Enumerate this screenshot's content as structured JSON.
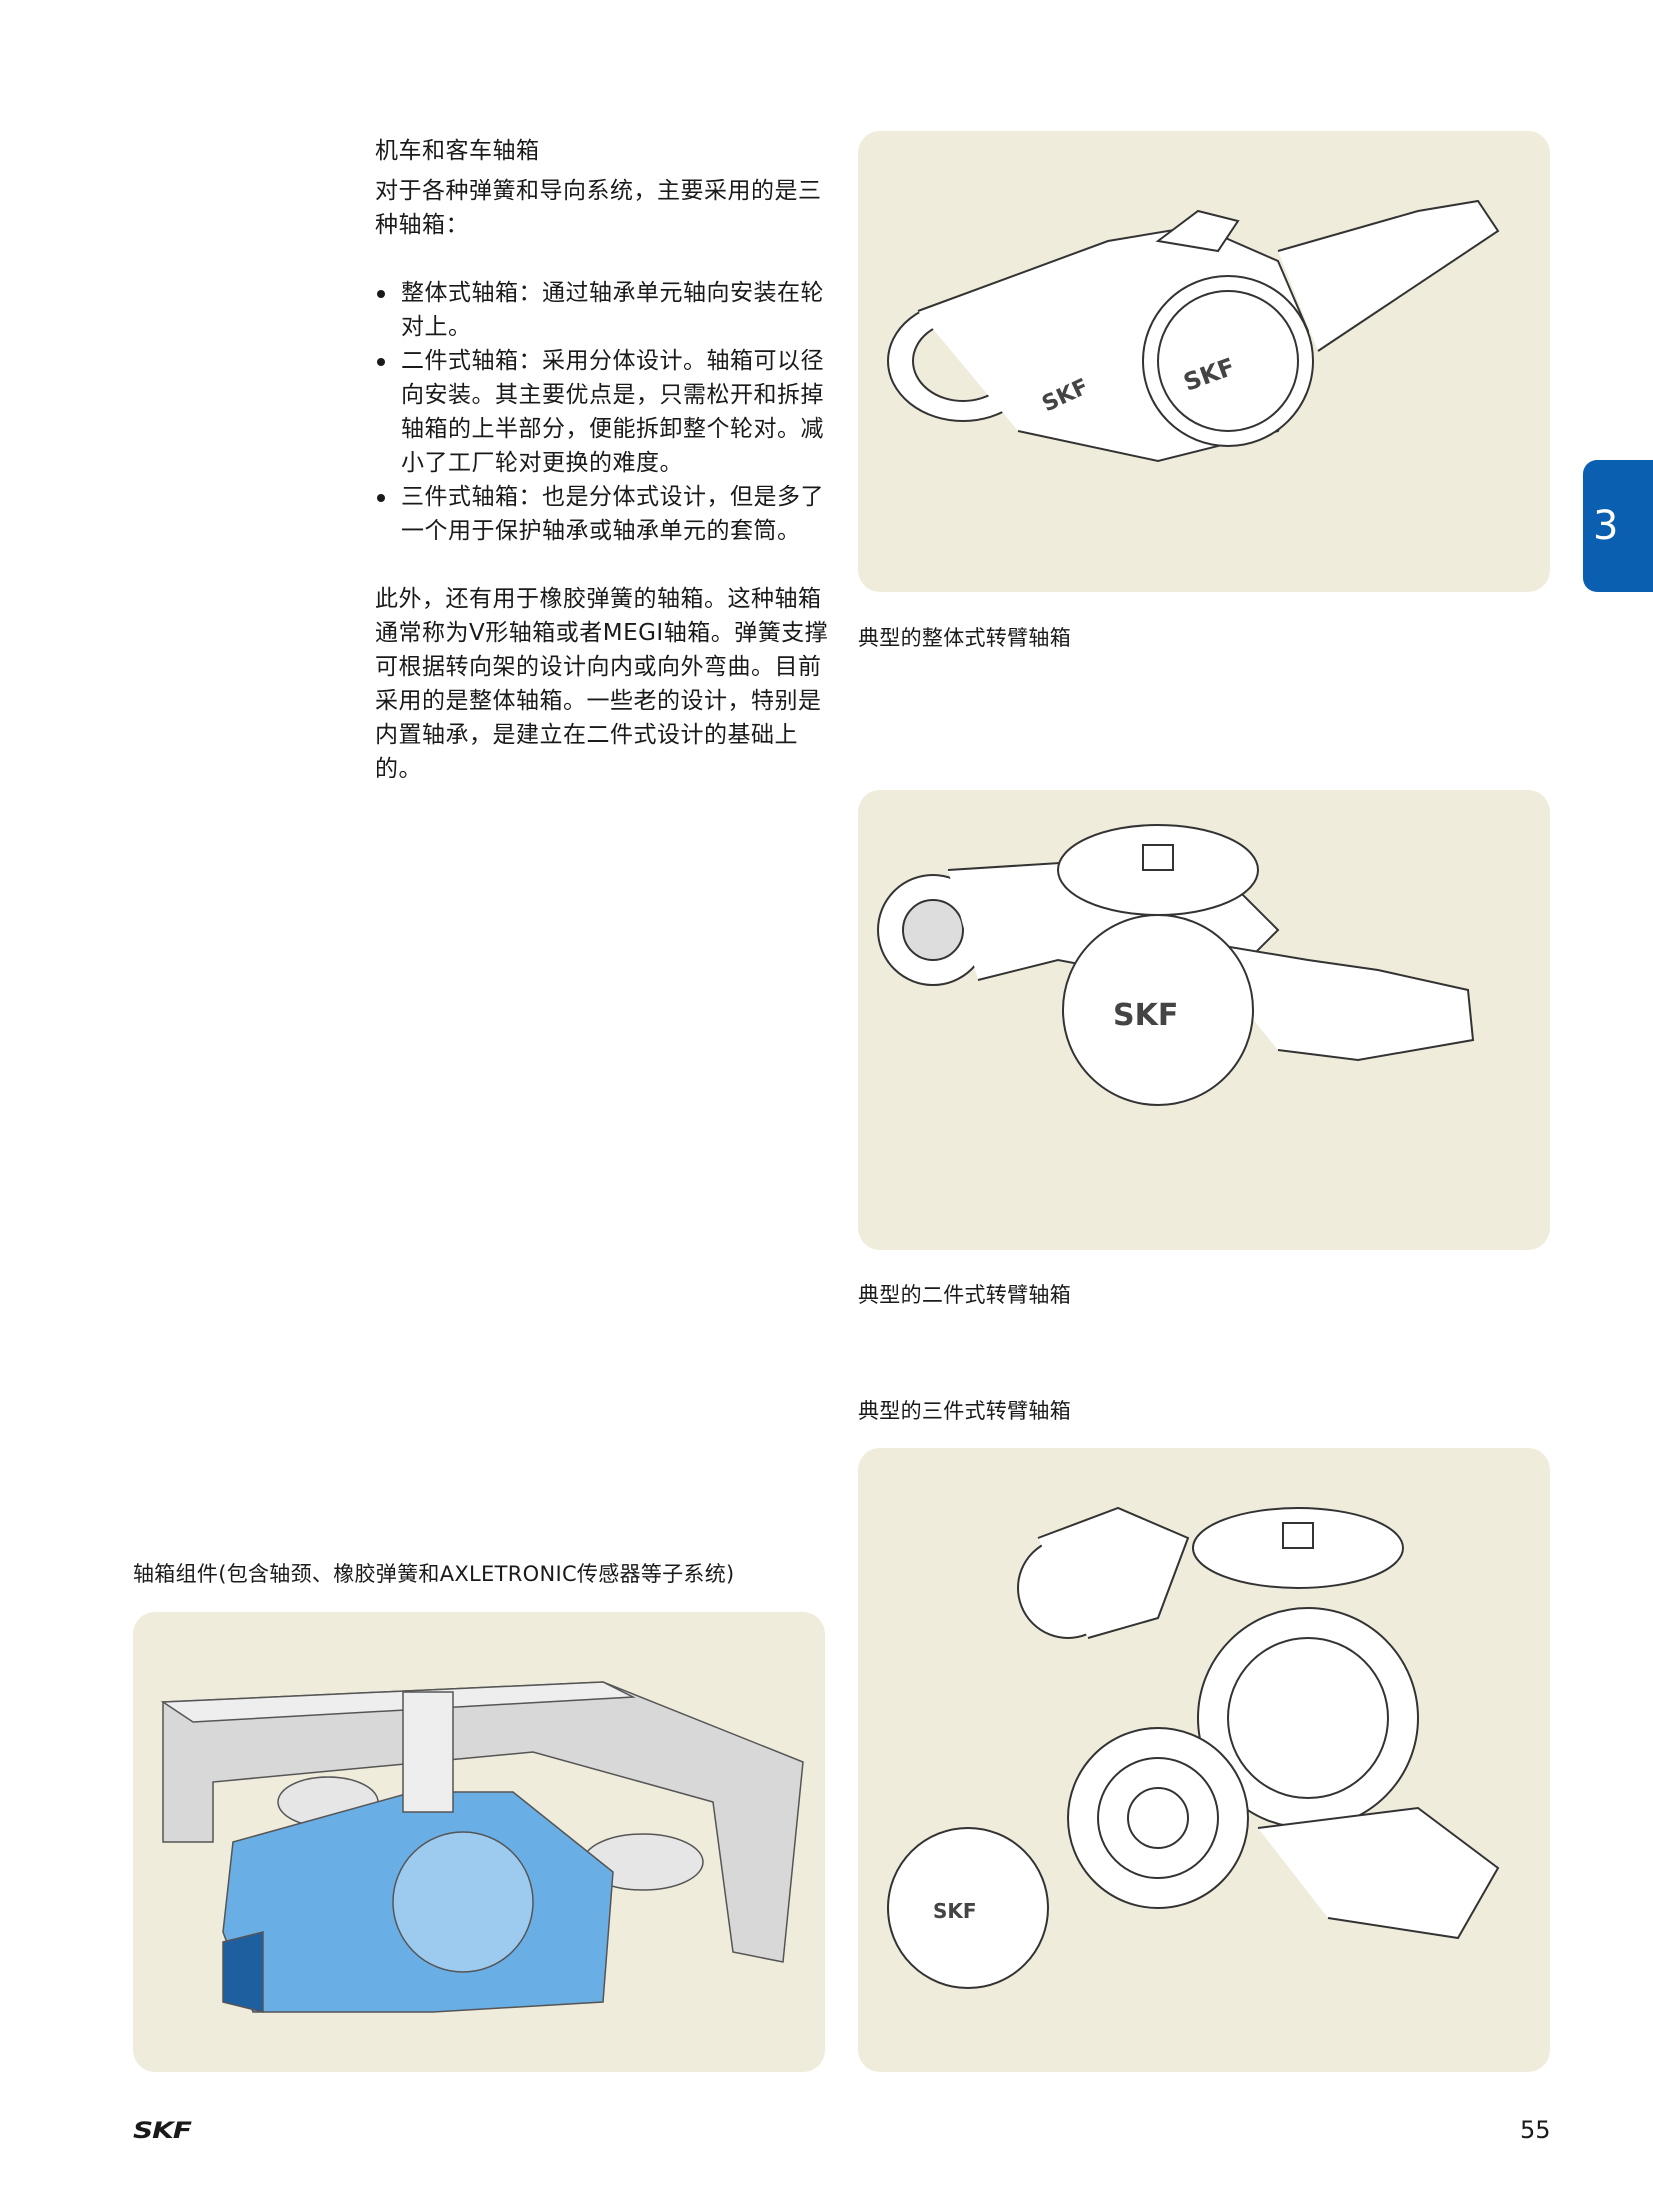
{
  "main": {
    "heading": "机车和客车轴箱",
    "intro": "对于各种弹簧和导向系统，主要采用的是三种轴箱：",
    "bullets": [
      "整体式轴箱：通过轴承单元轴向安装在轮对上。",
      "二件式轴箱：采用分体设计。轴箱可以径向安装。其主要优点是，只需松开和拆掉轴箱的上半部分，便能拆卸整个轮对。减小了工厂轮对更换的难度。",
      "三件式轴箱：也是分体式设计，但是多了一个用于保护轴承或轴承单元的套筒。"
    ],
    "paragraph": "此外，还有用于橡胶弹簧的轴箱。这种轴箱通常称为V形轴箱或者MEGI轴箱。弹簧支撑可根据转向架的设计向内或向外弯曲。目前采用的是整体轴箱。一些老的设计，特别是内置轴承，是建立在二件式设计的基础上的。"
  },
  "figures": {
    "fig1_caption": "典型的整体式转臂轴箱",
    "fig2_caption": "典型的二件式转臂轴箱",
    "fig3_caption": "典型的三件式转臂轴箱",
    "fig4_caption": "轴箱组件(包含轴颈、橡胶弹簧和AXLETRONIC传感器等子系统)",
    "logo_text": "SKF"
  },
  "chapter_tab": "3",
  "footer": {
    "logo": "SKF",
    "page_number": "55"
  },
  "colors": {
    "figure_bg": "#f0ecdc",
    "tab": "#0a5fb0",
    "part_blue": "#6aaee6"
  }
}
